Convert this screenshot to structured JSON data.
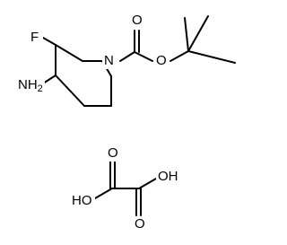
{
  "diagram": {
    "bond_color": "#000000",
    "background_color": "#ffffff",
    "molecule_1": {
      "atoms": {
        "fluorine": "F",
        "amine": "NH",
        "amine_subscript": "2",
        "ring_nitrogen": "N",
        "carbonyl_oxygen": "O",
        "ester_oxygen": "O"
      }
    },
    "molecule_2": {
      "atoms": {
        "carbonyl_oxygen_left": "O",
        "carbonyl_oxygen_right": "O",
        "hydroxyl_left": "HO",
        "hydroxyl_right": "OH"
      }
    }
  }
}
